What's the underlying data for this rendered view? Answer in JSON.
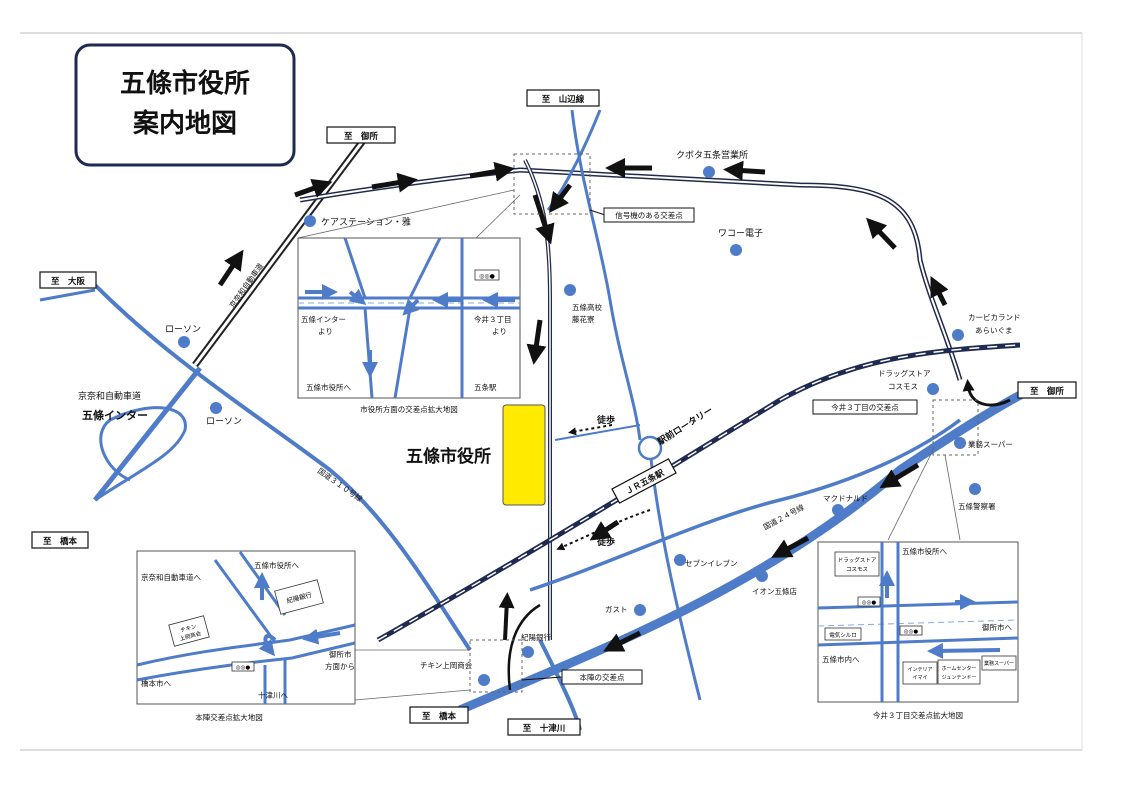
{
  "title": {
    "line1": "五條市役所",
    "line2": "案内地図"
  },
  "destinations": {
    "gose": "至　御所",
    "osaka": "至　大阪",
    "hashimoto_w": "至　橋本",
    "yamabe": "至　山辺線",
    "gose_e": "至　御所",
    "hashimoto_s": "至　橋本",
    "totsukawa": "至　十津川"
  },
  "places": {
    "care_station": "ケアステーション・雅",
    "kubota": "クボタ五条営業所",
    "wako": "ワコー電子",
    "gojo_hs_1": "五條高校",
    "gojo_hs_2": "藤花寮",
    "lawson1": "ローソン",
    "lawson2": "ローソン",
    "keiwa_road": "京奈和自動車道",
    "gojo_ic": "五條インター",
    "keiwa_vert": "京奈和自動車道",
    "r310": "国道３１０号線",
    "r24": "国道２４号線",
    "city_hall": "五條市役所",
    "toho_top": "徒歩",
    "toho_bottom": "徒歩",
    "ekimae": "駅前ロータリー",
    "jr_station": "ＪＲ五条駅",
    "curbie_1": "カービカランド",
    "curbie_2": "あらいぐま",
    "drug_1": "ドラッグストア",
    "drug_2": "コスモス",
    "gyomu": "業務スーパー",
    "police": "五條警察署",
    "mcd": "マクドナルド",
    "seven": "セブンイレブン",
    "aeon": "イオン五條店",
    "gusto": "ガスト",
    "kiyo": "紀陽銀行",
    "chikin": "チキン上岡商会"
  },
  "callouts": {
    "signal": "信号機のある交差点",
    "imai": "今井３丁目の交差点",
    "honjin": "本陣の交差点"
  },
  "inset_cityhall": {
    "caption": "市役所方面の交差点拡大地図",
    "ic_1": "五條インター",
    "ic_2": "より",
    "imai_1": "今井３丁目",
    "imai_2": "より",
    "to_city": "五條市役所へ",
    "gojo_st": "五条駅",
    "signal_icon": "◎◎●"
  },
  "inset_honjin": {
    "caption": "本陣交差点拡大地図",
    "to_keiwa": "京奈和自動車道へ",
    "to_city": "五條市役所へ",
    "kiyo": "紀陽銀行",
    "chikin_1": "チキン",
    "chikin_2": "上岡商会",
    "gose_1": "御所市",
    "gose_2": "方面から",
    "hashimoto": "橋本市へ",
    "totsukawa": "十津川へ",
    "signal_icon": "◎◎●"
  },
  "inset_imai": {
    "caption": "今井３丁目交差点拡大地図",
    "to_city": "五條市役所へ",
    "drug_1": "ドラッグストア",
    "drug_2": "コスモス",
    "gose": "御所市へ",
    "gojo": "五條市内へ",
    "shop": "電気シルロ",
    "interior_1": "インテリア",
    "interior_2": "イマイ",
    "homecenter_1": "ホームセンター",
    "homecenter_2": "ジュンテンドー",
    "gyomu": "業務スーパー",
    "signal_icon": "◎◎●"
  },
  "colors": {
    "road": "#4f7cc8",
    "dark_road": "#222a4a",
    "city_hall": "#ffea00",
    "marker": "#4f7cc8"
  }
}
